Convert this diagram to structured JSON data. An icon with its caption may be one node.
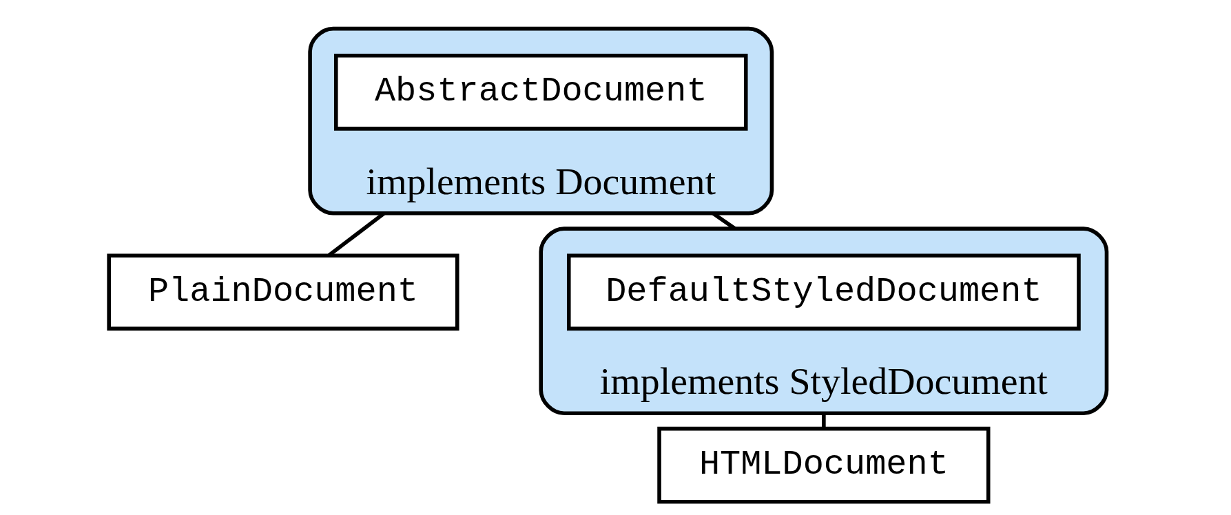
{
  "diagram": {
    "nodes": [
      {
        "text": [
          "implements Document"
        ]
      },
      {
        "text": [
          "AbstractDocument"
        ],
        "in": 0
      },
      {
        "text": [
          "PlainDocument"
        ]
      },
      {
        "text": [
          "implements StyledDocument"
        ]
      },
      {
        "text": [
          "DefaultStyledDocument"
        ],
        "in": 3
      },
      {
        "text": [
          "HTMLDocument"
        ]
      }
    ],
    "edges": [
      {
        "from": 0,
        "to": 2,
        "arrow": "none"
      },
      {
        "from": 0,
        "to": 3,
        "arrow": "none"
      },
      {
        "from": 3,
        "to": 5,
        "arrow": "none"
      }
    ]
  }
}
